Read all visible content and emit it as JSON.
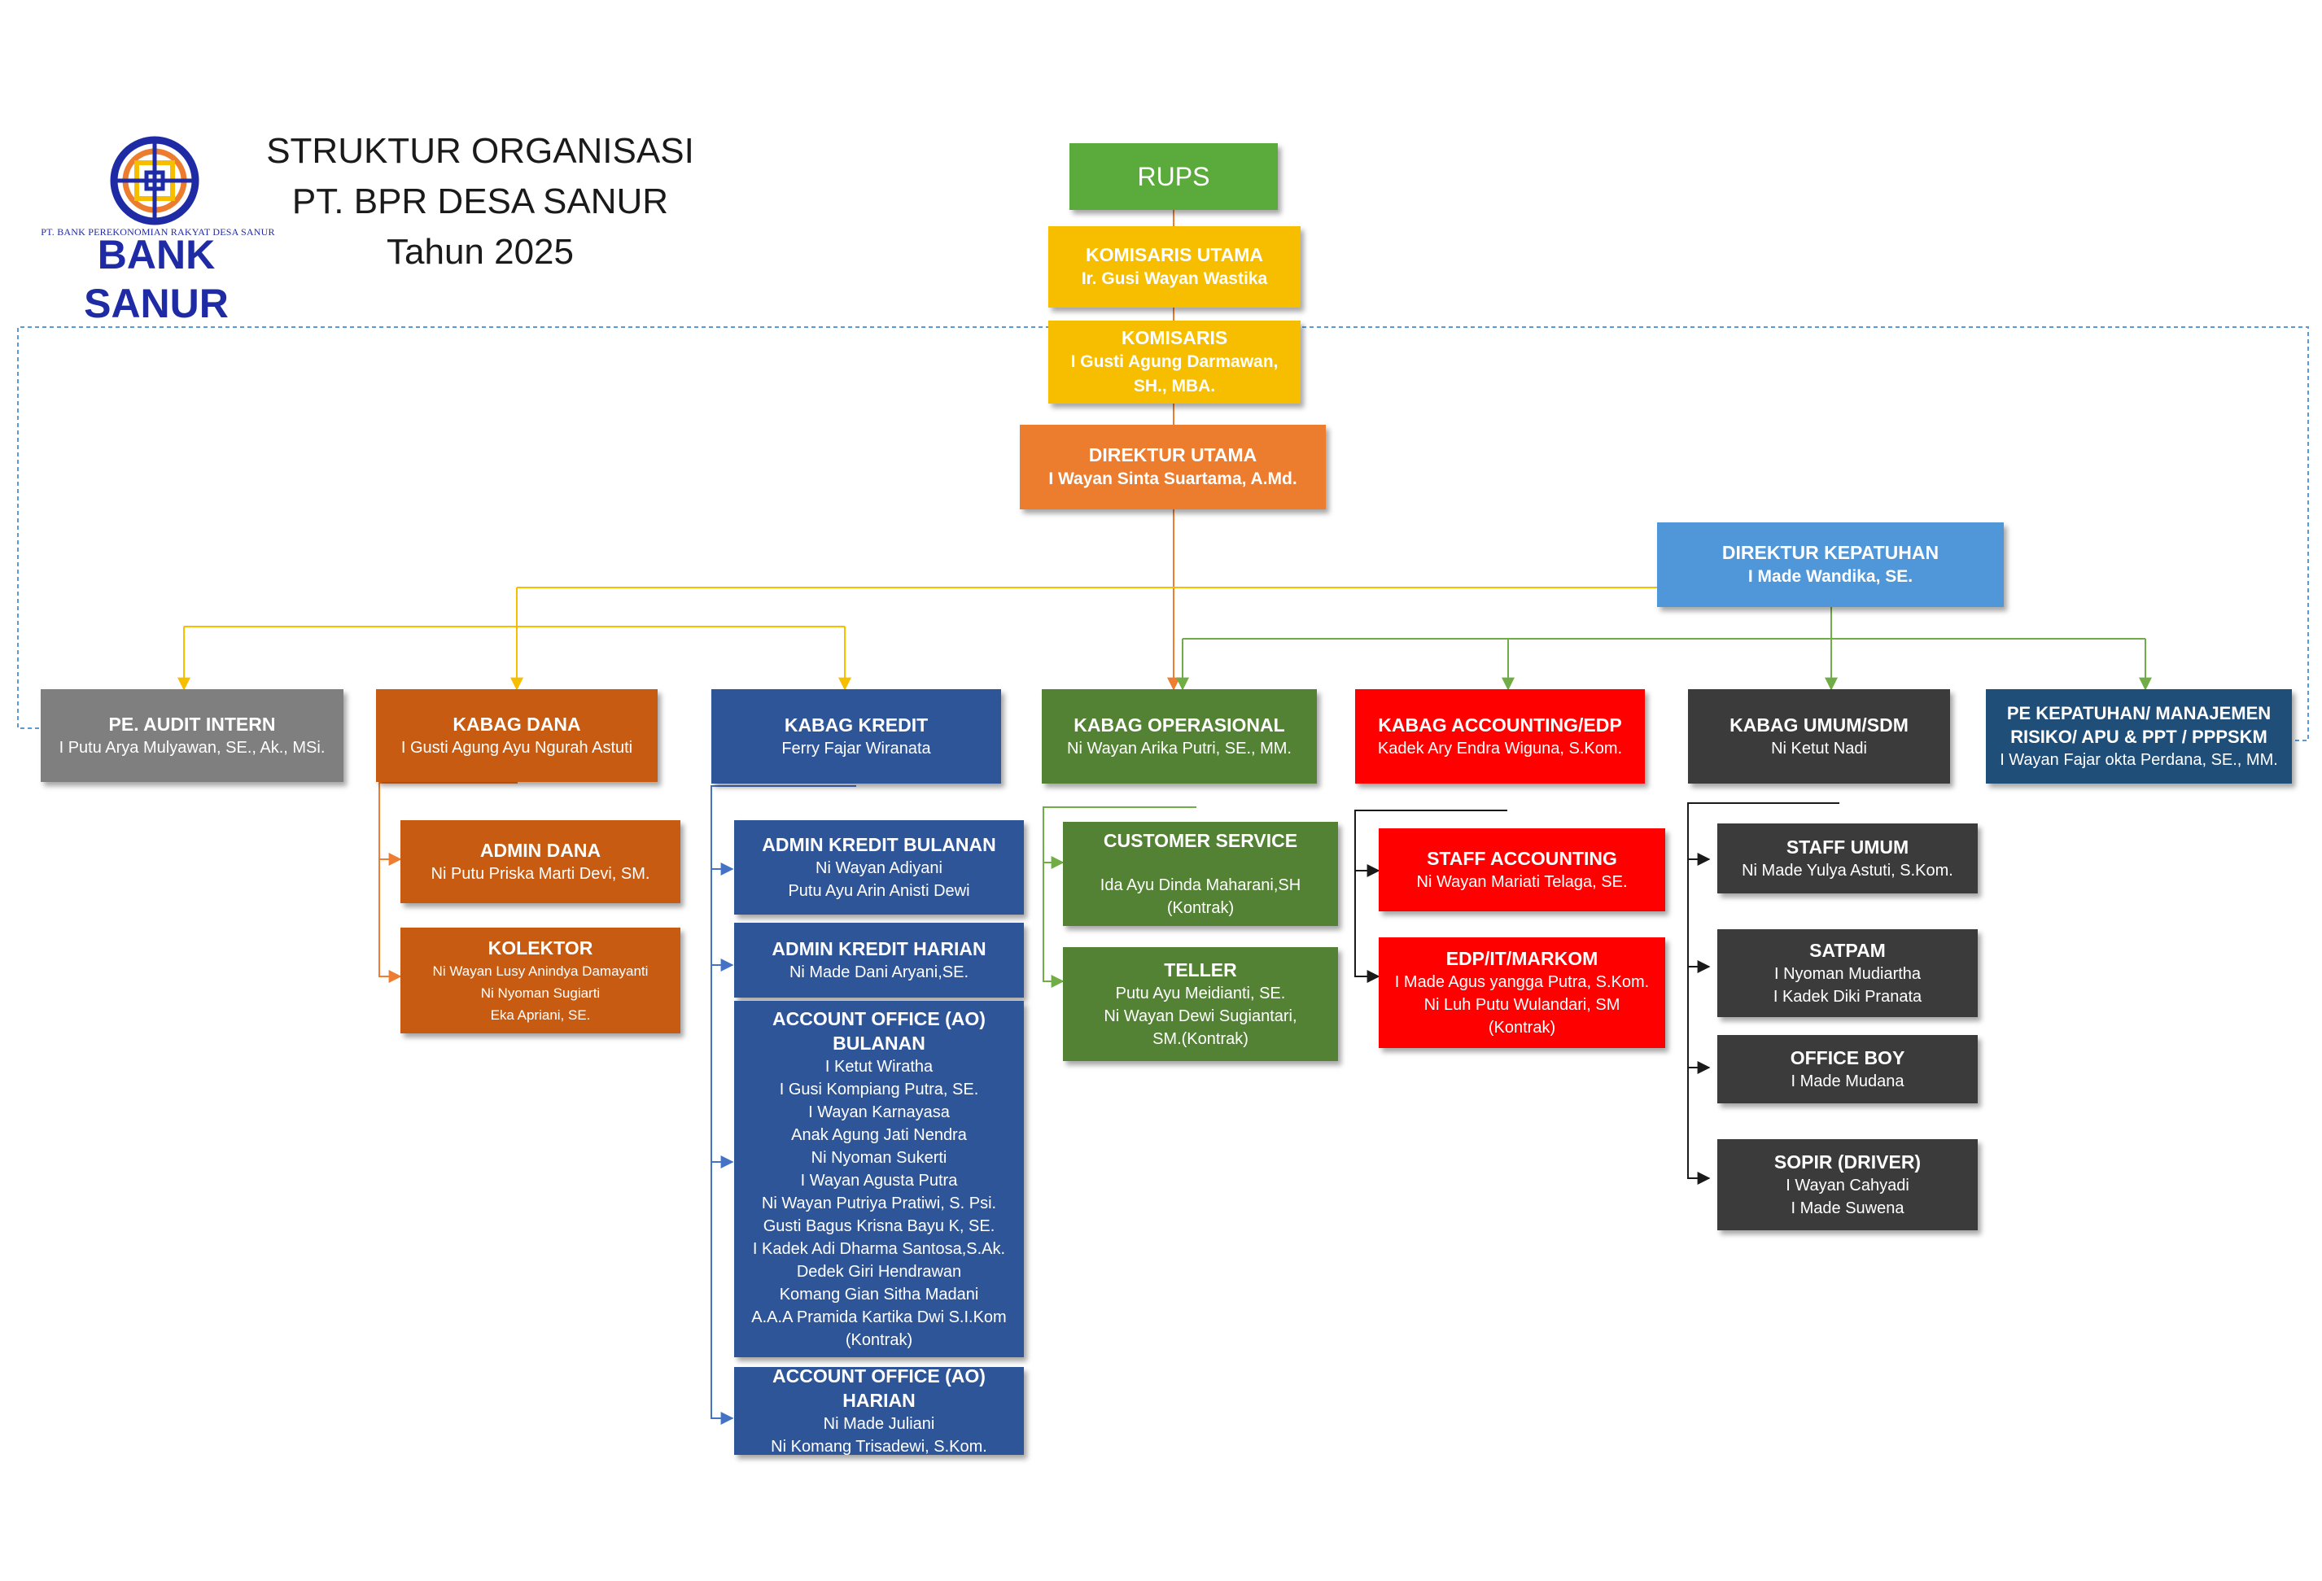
{
  "header": {
    "title_line1": "STRUKTUR ORGANISASI",
    "title_line2": "PT. BPR DESA SANUR",
    "title_line3": "Tahun 2025",
    "logo_tagline": "PT. BANK PEREKONOMIAN RAKYAT DESA SANUR",
    "logo_name": "BANK SANUR",
    "logo_icon": "bank-sanur-emblem-icon"
  },
  "colors": {
    "rups": "#5aaa3c",
    "komisaris": "#f7be00",
    "direktur_utama": "#ec7d2f",
    "direktur_kepatuhan": "#4f97d8",
    "audit": "#7f7f7f",
    "dana": "#c65b11",
    "kredit": "#2e5598",
    "operasional": "#548235",
    "accounting": "#ff0000",
    "umum": "#3b3b3b",
    "kepatuhan": "#1f4e79"
  },
  "nodes": {
    "rups": {
      "title": "RUPS"
    },
    "komisaris_utama": {
      "title": "KOMISARIS UTAMA",
      "name": "Ir. Gusi Wayan Wastika"
    },
    "komisaris": {
      "title": "KOMISARIS",
      "name": "I Gusti Agung Darmawan,\nSH., MBA."
    },
    "direktur_utama": {
      "title": "DIREKTUR UTAMA",
      "name": "I Wayan Sinta Suartama, A.Md."
    },
    "direktur_kepatuhan": {
      "title": "DIREKTUR KEPATUHAN",
      "name": "I Made Wandika, SE."
    },
    "pe_audit_intern": {
      "title": "PE. AUDIT INTERN",
      "name": "I Putu Arya Mulyawan, SE., Ak., MSi."
    },
    "kabag_dana": {
      "title": "KABAG DANA",
      "name": "I Gusti Agung Ayu Ngurah Astuti"
    },
    "kabag_kredit": {
      "title": "KABAG KREDIT",
      "name": "Ferry Fajar Wiranata"
    },
    "kabag_operasional": {
      "title": "KABAG OPERASIONAL",
      "name": "Ni Wayan Arika Putri, SE., MM."
    },
    "kabag_accounting": {
      "title": "KABAG ACCOUNTING/EDP",
      "name": "Kadek Ary Endra Wiguna, S.Kom."
    },
    "kabag_umum": {
      "title": "KABAG UMUM/SDM",
      "name": "Ni Ketut Nadi"
    },
    "pe_kepatuhan": {
      "title": "PE KEPATUHAN/ MANAJEMEN\nRISIKO/ APU & PPT / PPPSKM",
      "name": "I Wayan Fajar okta Perdana, SE., MM."
    },
    "admin_dana": {
      "title": "ADMIN DANA",
      "name": "Ni Putu Priska Marti Devi, SM."
    },
    "kolektor": {
      "title": "KOLEKTOR",
      "name": "Ni Wayan Lusy Anindya Damayanti\nNi Nyoman Sugiarti\nEka Apriani, SE."
    },
    "admin_kredit_bulanan": {
      "title": "ADMIN KREDIT BULANAN",
      "name": "Ni Wayan Adiyani\nPutu Ayu Arin Anisti Dewi"
    },
    "admin_kredit_harian": {
      "title": "ADMIN KREDIT HARIAN",
      "name": "Ni Made Dani Aryani,SE."
    },
    "ao_bulanan": {
      "title": "ACCOUNT OFFICE (AO)\nBULANAN",
      "name": "I Ketut Wiratha\nI Gusi Kompiang Putra, SE.\nI Wayan Karnayasa\nAnak Agung Jati Nendra\nNi Nyoman Sukerti\nI Wayan Agusta Putra\nNi Wayan Putriya Pratiwi, S. Psi.\nGusti Bagus Krisna Bayu K, SE.\nI Kadek Adi Dharma Santosa,S.Ak.\nDedek Giri Hendrawan\nKomang Gian Sitha Madani\nA.A.A Pramida Kartika Dwi S.I.Kom\n(Kontrak)"
    },
    "ao_harian": {
      "title": "ACCOUNT OFFICE (AO) HARIAN",
      "name": "Ni Made Juliani\nNi Komang Trisadewi, S.Kom."
    },
    "customer_service": {
      "title": "CUSTOMER SERVICE",
      "name": "Ida Ayu Dinda Maharani,SH\n(Kontrak)"
    },
    "teller": {
      "title": "TELLER",
      "name": "Putu Ayu Meidianti, SE.\nNi Wayan Dewi Sugiantari,\nSM.(Kontrak)"
    },
    "staff_accounting": {
      "title": "STAFF ACCOUNTING",
      "name": "Ni Wayan Mariati Telaga, SE."
    },
    "edp_it_markom": {
      "title": "EDP/IT/MARKOM",
      "name": "I Made Agus yangga Putra, S.Kom.\nNi Luh Putu Wulandari, SM\n(Kontrak)"
    },
    "staff_umum": {
      "title": "STAFF UMUM",
      "name": "Ni Made Yulya Astuti, S.Kom."
    },
    "satpam": {
      "title": "SATPAM",
      "name": "I Nyoman Mudiartha\nI Kadek Diki Pranata"
    },
    "office_boy": {
      "title": "OFFICE BOY",
      "name": "I Made Mudana"
    },
    "sopir": {
      "title": "SOPIR (DRIVER)",
      "name": "I Wayan Cahyadi\nI Made Suwena"
    }
  }
}
